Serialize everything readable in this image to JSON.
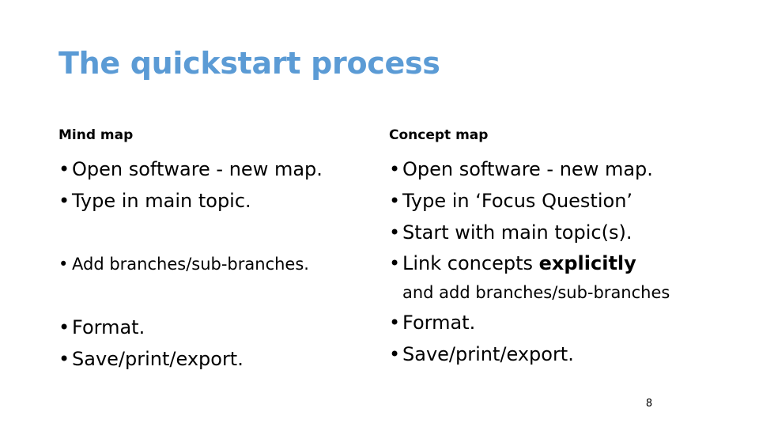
{
  "slide": {
    "title": "The quickstart process",
    "title_color": "#5B9BD5",
    "background_color": "#FFFFFF",
    "text_color": "#000000",
    "page_number": "8"
  },
  "columns": {
    "left": {
      "heading": "Mind map",
      "bullets": [
        {
          "text": "Open software - new map."
        },
        {
          "text": "Type in main topic."
        },
        {
          "text": ""
        },
        {
          "text": "Add branches/sub-branches."
        },
        {
          "text": ""
        },
        {
          "text": "Format."
        },
        {
          "text": "Save/print/export."
        }
      ]
    },
    "right": {
      "heading": "Concept map",
      "bullets": [
        {
          "text": "Open software - new map."
        },
        {
          "text": "Type in ‘Focus Question’"
        },
        {
          "text": "Start with main topic(s)."
        },
        {
          "text": "Link concepts ",
          "bold_text": "explicitly",
          "wrap_text": "and add branches/sub-branches"
        },
        {
          "text": "Format."
        },
        {
          "text": "Save/print/export."
        }
      ]
    }
  },
  "bullet_glyph": "•"
}
